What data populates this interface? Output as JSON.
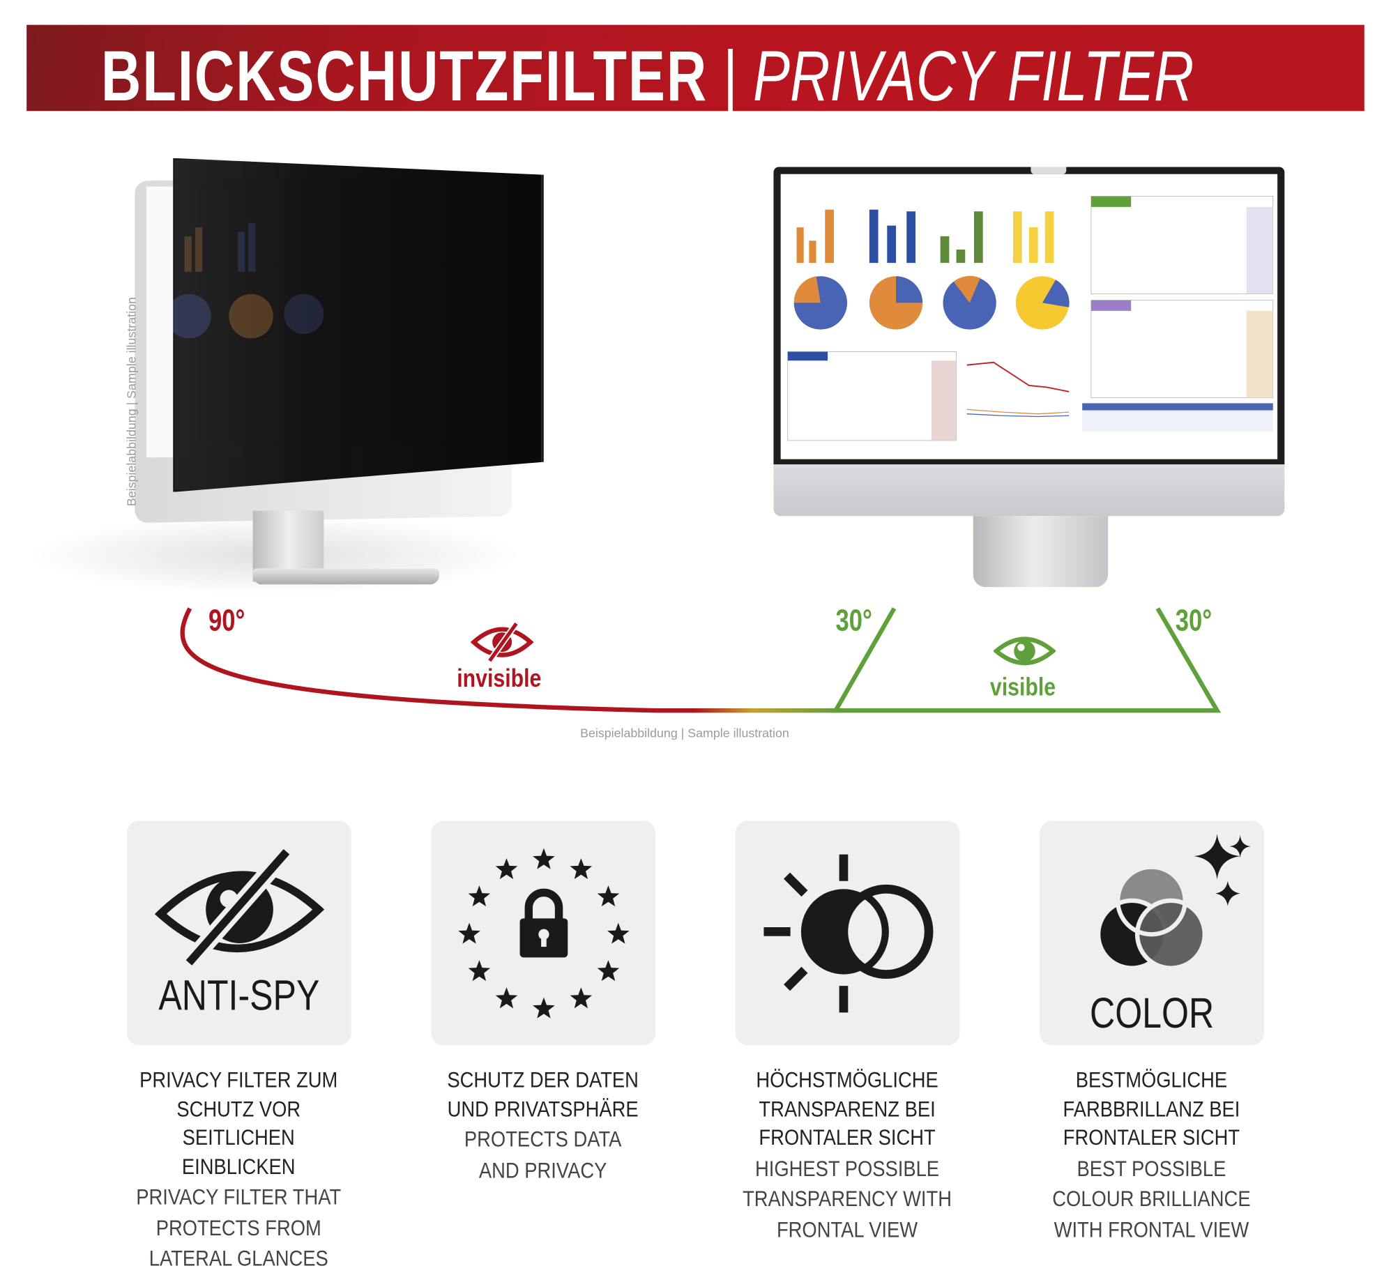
{
  "header": {
    "title_de": "BLICKSCHUTZFILTER",
    "separator": "|",
    "title_en": "PRIVACY FILTER"
  },
  "illustration": {
    "side_caption": "Beispielabbildung | Sample illustration",
    "bottom_caption": "Beispielabbildung | Sample illustration",
    "angle_left": "90°",
    "angle_right_1": "30°",
    "angle_right_2": "30°",
    "invisible_label": "invisible",
    "visible_label": "visible",
    "colors": {
      "invisible": "#b0141e",
      "visible": "#5fa03a"
    },
    "icons": {
      "invisible": "eye-slash-icon",
      "visible": "eye-icon"
    }
  },
  "features": [
    {
      "icon": "eye-slash-icon",
      "badge": "ANTI-SPY",
      "title": [
        "PRIVACY FILTER ZUM",
        "SCHUTZ VOR",
        "SEITLICHEN EINBLICKEN"
      ],
      "subtitle": [
        "PRIVACY FILTER THAT",
        "PROTECTS FROM",
        "LATERAL GLANCES"
      ]
    },
    {
      "icon": "lock-stars-icon",
      "badge": "",
      "title": [
        "SCHUTZ DER DATEN",
        "UND PRIVATSPHÄRE"
      ],
      "subtitle": [
        "PROTECTS DATA",
        "AND PRIVACY"
      ]
    },
    {
      "icon": "sun-transparency-icon",
      "badge": "",
      "title": [
        "HÖCHSTMÖGLICHE",
        "TRANSPARENZ BEI",
        "FRONTALER SICHT"
      ],
      "subtitle": [
        "HIGHEST POSSIBLE",
        "TRANSPARENCY WITH",
        "FRONTAL VIEW"
      ]
    },
    {
      "icon": "color-circles-sparkle-icon",
      "badge": "COLOR",
      "title": [
        "BESTMÖGLICHE",
        "FARBBRILLANZ BEI",
        "FRONTALER SICHT"
      ],
      "subtitle": [
        "BEST POSSIBLE",
        "COLOUR BRILLIANCE",
        "WITH FRONTAL VIEW"
      ]
    }
  ]
}
